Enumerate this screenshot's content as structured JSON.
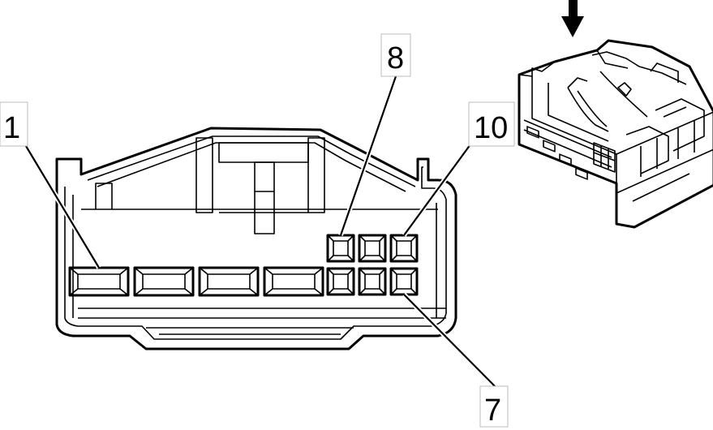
{
  "callouts": [
    {
      "id": "1",
      "label": "1"
    },
    {
      "id": "8",
      "label": "8"
    },
    {
      "id": "10",
      "label": "10"
    },
    {
      "id": "7",
      "label": "7"
    }
  ],
  "icons": {
    "view_direction": "arrow-down-icon",
    "connector_iso": "connector-isometric-icon"
  },
  "colors": {
    "line": "#000000",
    "background": "#ffffff"
  }
}
